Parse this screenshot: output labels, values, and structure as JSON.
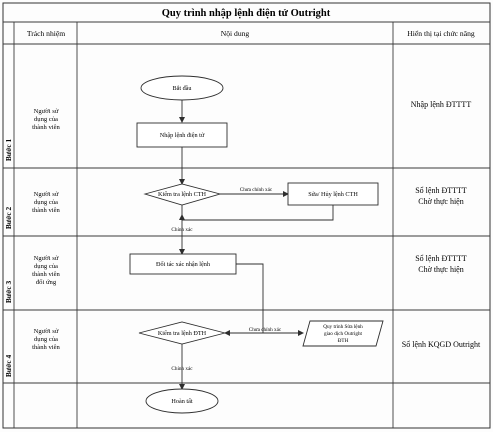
{
  "title": "Quy trình nhập lệnh điện tử Outright",
  "headers": {
    "responsibility": "Trách nhiệm",
    "content": "Nội dung",
    "display": "Hiển thị tại chức năng"
  },
  "steps": [
    {
      "label": "Bước 1",
      "responsibility": [
        "Người sử",
        "dụng của",
        "thành viên"
      ],
      "display": [
        "Nhập lệnh ĐTTTT"
      ]
    },
    {
      "label": "Bước 2",
      "responsibility": [
        "Người sử",
        "dụng của",
        "thành viên"
      ],
      "display": [
        "Sổ lệnh ĐTTTT",
        "Chờ thực hiện"
      ]
    },
    {
      "label": "Bước 3",
      "responsibility": [
        "Người sử",
        "dụng của",
        "thành viên",
        "đối ứng"
      ],
      "display": [
        "Sổ lệnh ĐTTTT",
        "Chờ thực hiện"
      ]
    },
    {
      "label": "Bước 4",
      "responsibility": [
        "Người sử",
        "dụng của",
        "thành viên"
      ],
      "display": [
        "Sổ lệnh KQGD Outright"
      ]
    }
  ],
  "flow": {
    "start": "Bắt đầu",
    "enter_order": "Nhập lệnh điện tử",
    "check_cth": "Kiểm tra lệnh CTH",
    "not_correct_1": "Chưa chính xác",
    "edit_cancel": "Sửa/ Hủy lệnh CTH",
    "correct_1": "Chính xác",
    "counterparty_confirm": "Đối tác xác nhận lệnh",
    "check_dth": "Kiểm tra lệnh ĐTH",
    "not_correct_2": "Chưa chính xác",
    "outright_process": [
      "Quy trình Sửa lệnh",
      "giao dịch Outright",
      "ĐTH"
    ],
    "correct_2": "Chính xác",
    "finish": "Hoàn tất"
  }
}
